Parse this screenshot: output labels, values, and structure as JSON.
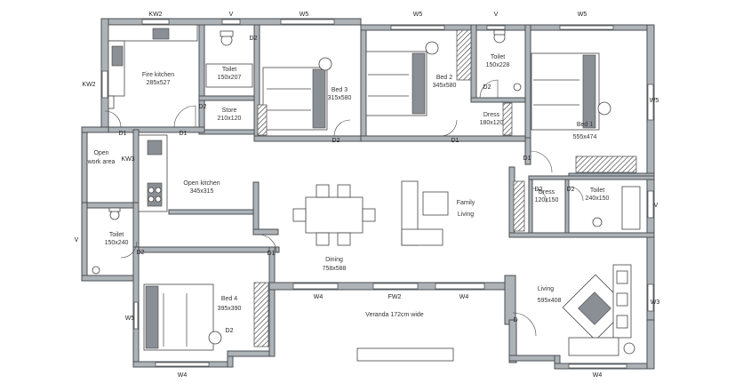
{
  "rooms": {
    "fire_kitchen": {
      "name": "Fire kitchen",
      "dim": "285x527"
    },
    "toilet_a": {
      "name": "Toilet",
      "dim": "150x207"
    },
    "store": {
      "name": "Store",
      "dim": "210x120"
    },
    "bed3": {
      "name": "Bed 3",
      "dim": "315x580"
    },
    "bed2": {
      "name": "Bed 2",
      "dim": "345x580"
    },
    "toilet_b": {
      "name": "Toilet",
      "dim": "150x228"
    },
    "dress_a": {
      "name": "Dress",
      "dim": "180x120"
    },
    "bed1": {
      "name": "Bed 1",
      "dim": "555x474"
    },
    "open_work": {
      "name": "Open",
      "dim": "work area"
    },
    "open_kitchen": {
      "name": "Open kitchen",
      "dim": "345x315"
    },
    "family_living": {
      "name": "Family",
      "dim": "Living"
    },
    "dress_b": {
      "name": "Dress",
      "dim": "120x150"
    },
    "toilet_c": {
      "name": "Toilet",
      "dim": "240x150"
    },
    "toilet_d": {
      "name": "Toilet",
      "dim": "150x240"
    },
    "dining": {
      "name": "Dining",
      "dim": "758x588"
    },
    "bed4": {
      "name": "Bed 4",
      "dim": "395x390"
    },
    "veranda": {
      "name": "Veranda 172cm wide",
      "dim": ""
    },
    "living": {
      "name": "Living",
      "dim": "595x408"
    }
  },
  "tags": {
    "kw2_top": "KW2",
    "v_top1": "V",
    "w5_top1": "W5",
    "w5_top2": "W5",
    "v_top2": "V",
    "w5_top3": "W5",
    "kw2_left": "KW2",
    "w5_right": "W5",
    "v_right": "V",
    "w3_right": "W3",
    "kw3": "KW3",
    "v_left": "V",
    "w5_left": "W5",
    "w4_bottom1": "W4",
    "w4_bottom2": "W4",
    "w4_veranda1": "W4",
    "fw2_veranda": "FW2",
    "w4_veranda2": "W4",
    "d2_store": "D2",
    "d1_a": "D1",
    "d1_b": "D1",
    "d1_c": "D1",
    "d1_d": "D1",
    "d1_e": "D1",
    "d2_a": "D2",
    "d2_b": "D2",
    "d2_c": "D2",
    "d2_d": "D2",
    "d2_e": "D2",
    "d2_f": "D2",
    "d2_g": "D2",
    "d_main": "D"
  }
}
